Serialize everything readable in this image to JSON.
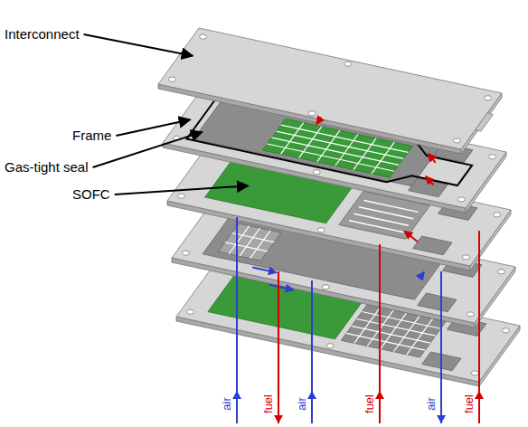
{
  "diagram": {
    "labels": [
      "Interconnect",
      "Frame",
      "Gas-tight seal",
      "SOFC",
      "air",
      "fuel",
      "air",
      "fuel",
      "air",
      "fuel"
    ]
  }
}
